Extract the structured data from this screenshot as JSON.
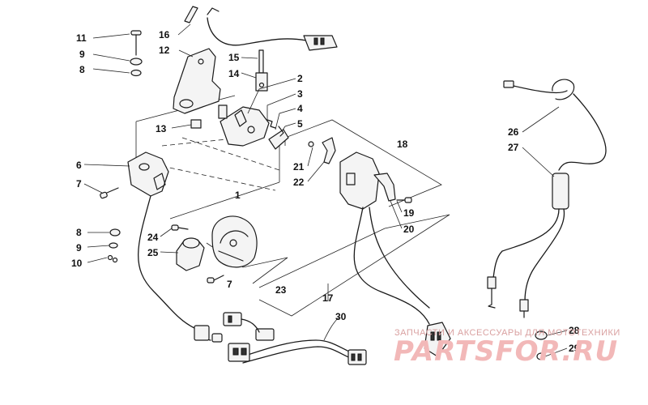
{
  "diagram": {
    "callouts": [
      "1",
      "2",
      "3",
      "4",
      "5",
      "6",
      "7",
      "8",
      "9",
      "10",
      "11",
      "12",
      "13",
      "14",
      "15",
      "16",
      "17",
      "18",
      "19",
      "20",
      "21",
      "22",
      "23",
      "24",
      "25",
      "26",
      "27",
      "28",
      "29",
      "30"
    ],
    "repeat_labels": {
      "label_8b": "8",
      "label_9b": "9",
      "label_7b": "7"
    }
  },
  "watermark": {
    "tagline": "ЗАПЧАСТИ И АКСЕССУАРЫ ДЛЯ МОТОТЕХНИКИ",
    "logo": "PARTSFOR.RU"
  },
  "colors": {
    "line": "#1a1a1a",
    "watermark": "#f2b8b8"
  }
}
